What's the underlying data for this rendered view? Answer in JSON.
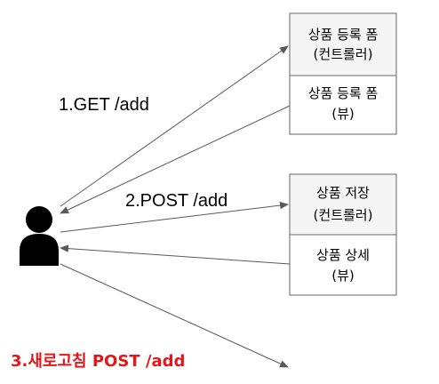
{
  "nodes": {
    "form_controller": {
      "line1": "상품 등록 폼",
      "line2": "(컨트롤러)"
    },
    "form_view": {
      "line1": "상품 등록 폼",
      "line2": "(뷰)"
    },
    "save_controller": {
      "line1": "상품 저장",
      "line2": "(컨트롤러)"
    },
    "detail_view": {
      "line1": "상품 상세",
      "line2": "(뷰)"
    }
  },
  "edges": {
    "get_add": "1.GET /add",
    "post_add": "2.POST /add",
    "refresh_post": "3.새로고침 POST /add"
  },
  "colors": {
    "controller_fill": "#f5f5f5",
    "view_fill": "#ffffff",
    "stroke": "#666666",
    "arrow": "#595959",
    "highlight": "#e3161b",
    "user_icon": "#000000"
  },
  "icons": {
    "user": "user-icon"
  }
}
